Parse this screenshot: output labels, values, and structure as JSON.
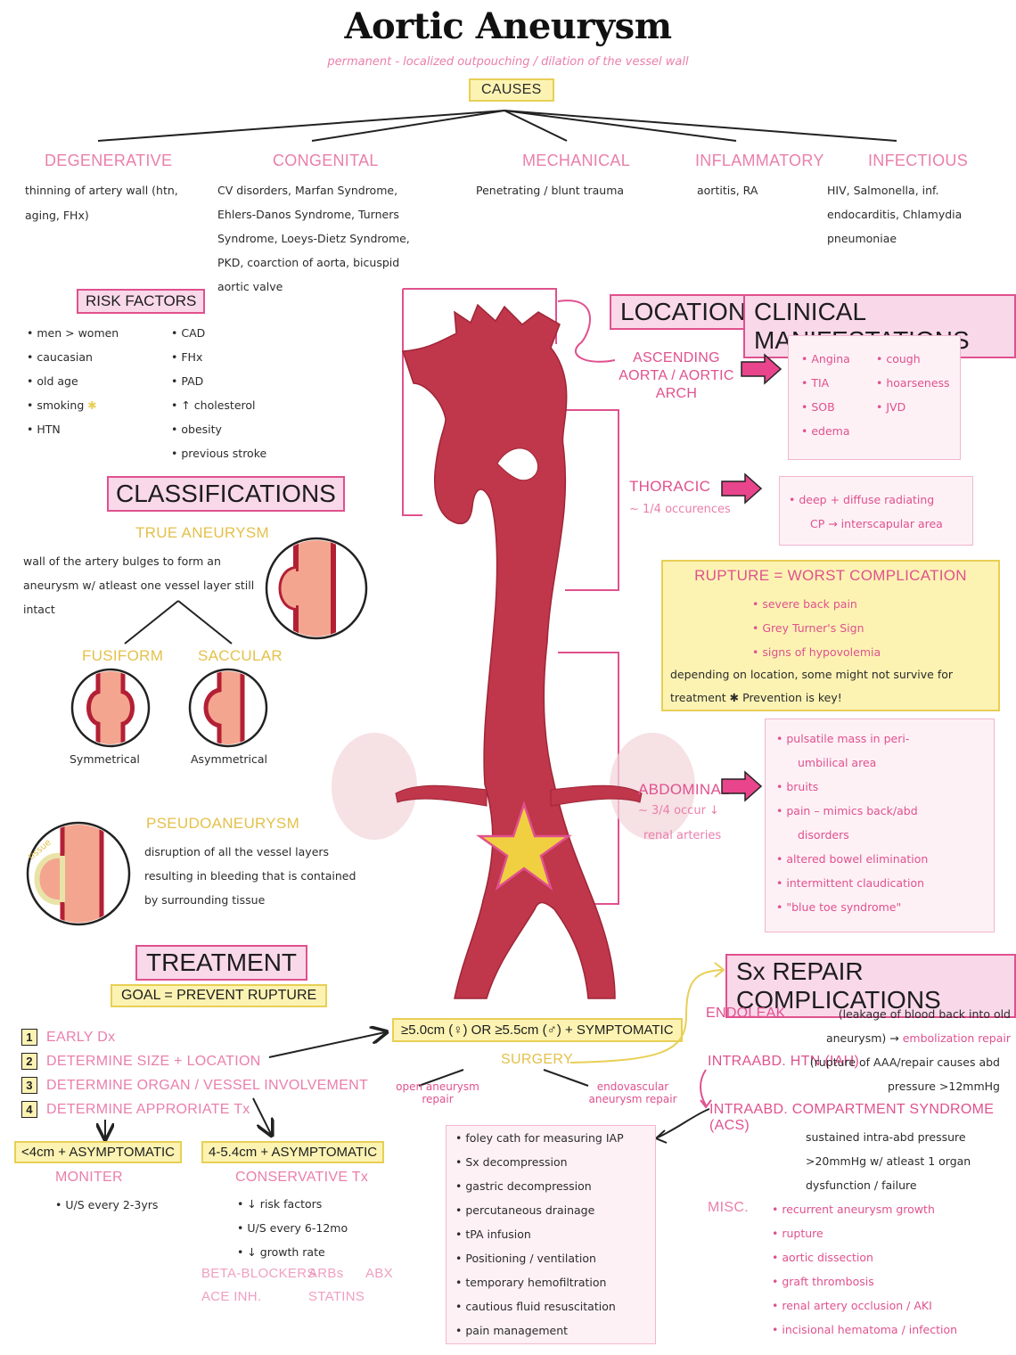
{
  "title": "Aortic Aneurysm",
  "subtitle": "permanent - localized outpouching / dilation of the vessel wall",
  "causes": {
    "label": "CAUSES",
    "categories": [
      {
        "name": "DEGENERATIVE",
        "text": "thinning of artery wall (htn, aging, FHx)"
      },
      {
        "name": "CONGENITAL",
        "text": "CV disorders, Marfan Syndrome, Ehlers-Danos Syndrome, Turners Syndrome, Loeys-Dietz Syndrome, PKD, coarction of aorta, bicuspid aortic valve"
      },
      {
        "name": "MECHANICAL",
        "text": "Penetrating / blunt trauma"
      },
      {
        "name": "INFLAMMATORY",
        "text": "aortitis, RA"
      },
      {
        "name": "INFECTIOUS",
        "text": "HIV, Salmonella, inf. endocarditis, Chlamydia pneumoniae"
      }
    ]
  },
  "risk_factors": {
    "label": "RISK FACTORS",
    "col1": [
      "men > women",
      "caucasian",
      "old age",
      "smoking",
      "HTN"
    ],
    "col2": [
      "CAD",
      "FHx",
      "PAD",
      "↑ cholesterol",
      "obesity",
      "previous stroke"
    ]
  },
  "classifications": {
    "label": "CLASSIFICATIONS",
    "true_label": "TRUE ANEURYSM",
    "true_text": "wall of the artery bulges to form an aneurysm w/ atleast one vessel layer still intact",
    "fusiform": "FUSIFORM",
    "fusiform_caption": "Symmetrical",
    "saccular": "SACCULAR",
    "saccular_caption": "Asymmetrical",
    "pseudo_label": "PSEUDOANEURYSM",
    "pseudo_text": "disruption of all the vessel layers resulting in bleeding that is contained by surrounding tissue",
    "tissue_label": "tissue"
  },
  "treatment": {
    "label": "TREATMENT",
    "goal": "GOAL = PREVENT RUPTURE",
    "steps": [
      "EARLY Dx",
      "DETERMINE SIZE + LOCATION",
      "DETERMINE ORGAN / VESSEL INVOLVEMENT",
      "DETERMINE APPRORIATE Tx"
    ],
    "step_nums": [
      "1",
      "2",
      "3",
      "4"
    ],
    "small": {
      "box": "<4cm + ASYMPTOMATIC",
      "sub": "MONITER",
      "items": [
        "U/S every 2-3yrs"
      ]
    },
    "medium": {
      "box": "4-5.4cm + ASYMPTOMATIC",
      "sub": "CONSERVATIVE Tx",
      "items": [
        "↓ risk factors",
        "U/S every 6-12mo",
        "↓ growth rate"
      ]
    },
    "meds": [
      "BETA-BLOCKERS",
      "ARBs",
      "ABX",
      "ACE INH.",
      "STATINS"
    ],
    "large": {
      "box": "≥5.0cm (♀) OR ≥5.5cm (♂) + SYMPTOMATIC",
      "sub": "SURGERY",
      "open": "open aneurysm repair",
      "endo": "endovascular aneurysm repair"
    }
  },
  "locations": {
    "label": "LOCATIONS",
    "ascending": "ASCENDING AORTA / AORTIC ARCH",
    "thoracic": "THORACIC",
    "thoracic_note": "~ 1/4 occurences",
    "abdominal": "ABDOMINAL",
    "abdominal_note1": "~ 3/4 occur ↓",
    "abdominal_note2": "renal arteries"
  },
  "clinical": {
    "label": "CLINICAL MANIFESTATIONS",
    "ascending_col1": [
      "Angina",
      "TIA",
      "SOB",
      "edema"
    ],
    "ascending_col2": [
      "cough",
      "hoarseness",
      "JVD"
    ],
    "thoracic": [
      "deep + diffuse radiating",
      "CP → interscapular area"
    ],
    "abdominal": [
      "pulsatile mass in peri-",
      "umbilical area",
      "bruits",
      "pain – mimics back/abd",
      "disorders",
      "altered bowel elimination",
      "intermittent claudication",
      "\"blue toe syndrome\""
    ]
  },
  "rupture": {
    "label": "RUPTURE = WORST COMPLICATION",
    "items": [
      "severe back pain",
      "Grey Turner's Sign",
      "signs of hypovolemia"
    ],
    "note": "depending on location, some might not survive for treatment ✱ Prevention is key!"
  },
  "sx_repair": {
    "label": "Sx REPAIR COMPLICATIONS",
    "endoleak": "ENDOLEAK",
    "endoleak_text": "(leakage of blood back into old aneurysm) →",
    "endoleak_fix": "embolization repair",
    "iah": "INTRAABD. HTN (IAH)",
    "iah_text": "(rupture of AAA/repair causes abd pressure >12mmHg",
    "acs": "INTRAABD. COMPARTMENT SYNDROME (ACS)",
    "acs_text": "sustained intra-abd pressure >20mmHg w/ atleast 1 organ dysfunction / failure",
    "acs_mgmt": [
      "foley cath for measuring IAP",
      "Sx decompression",
      "gastric decompression",
      "percutaneous drainage",
      "tPA infusion",
      "Positioning / ventilation",
      "temporary hemofiltration",
      "cautious fluid resuscitation",
      "pain management"
    ],
    "misc_label": "MISC.",
    "misc": [
      "recurrent aneurysm growth",
      "rupture",
      "aortic dissection",
      "graft thrombosis",
      "renal artery occlusion / AKI",
      "incisional hematoma / infection"
    ]
  },
  "colors": {
    "pink": "#e0518e",
    "light_pink": "#f9d8ea",
    "yellow": "#fcf3b3",
    "aorta": "#c0364a",
    "star": "#f0d040"
  }
}
